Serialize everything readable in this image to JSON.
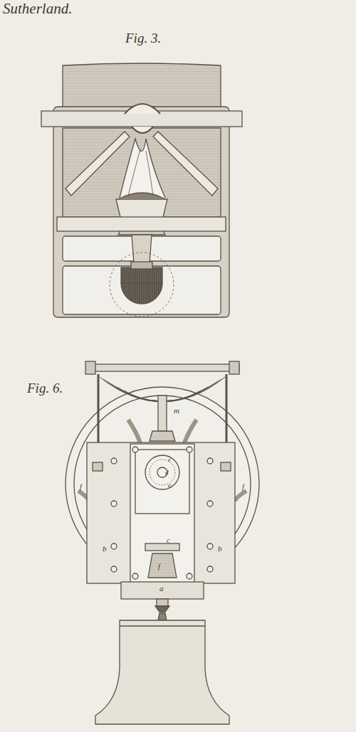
{
  "diagram": {
    "labels": [
      "Sutherland.",
      "Fig. 3.",
      "Fig. 6.",
      "m",
      "e",
      "d",
      "e",
      "c",
      "f",
      "b",
      "b",
      "a",
      "f",
      "f"
    ]
  }
}
